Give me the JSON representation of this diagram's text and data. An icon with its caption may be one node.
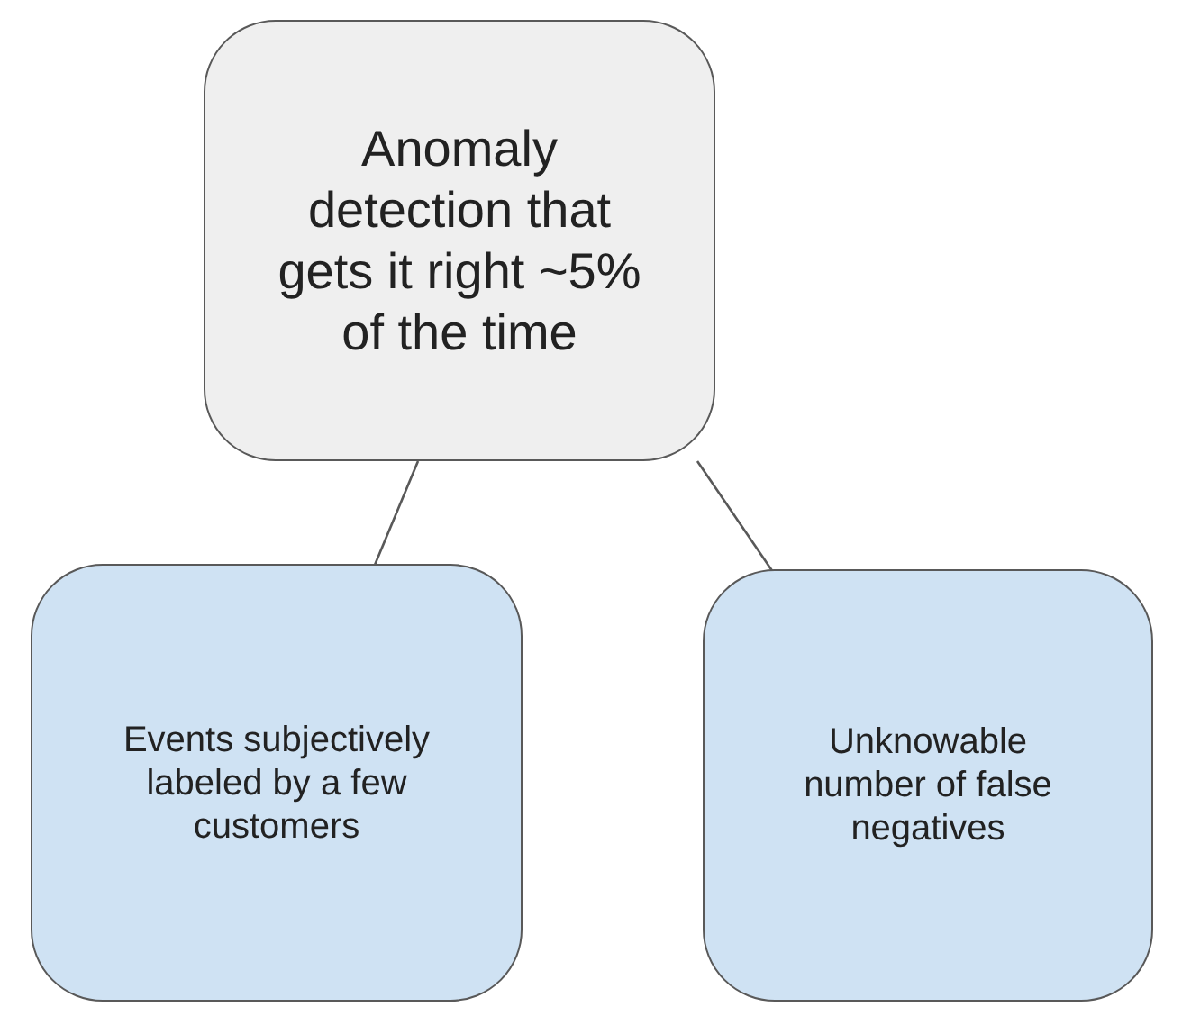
{
  "diagram": {
    "nodes": [
      {
        "text": [
          "Anomaly detection that gets it right ~5% of the time"
        ]
      },
      {
        "text": [
          "Events subjectively labeled by a few customers"
        ]
      },
      {
        "text": [
          "Unknowable number of false negatives"
        ]
      }
    ],
    "edges": [
      {
        "from": 0,
        "to": 1,
        "arrow": "none"
      },
      {
        "from": 0,
        "to": 2,
        "arrow": "none"
      }
    ]
  }
}
